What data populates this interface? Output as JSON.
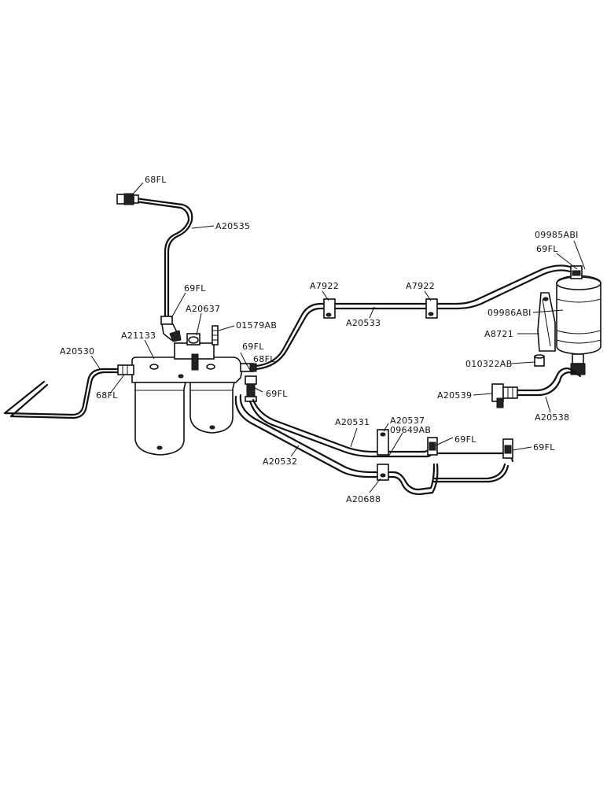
{
  "labels": {
    "a20535": "A20535",
    "fl68_top": "68FL",
    "fl69_left": "69FL",
    "a20637": "A20637",
    "p01579ab": "01579AB",
    "a21133": "A21133",
    "fl69_mid": "69FL",
    "fl68_mid": "68FL",
    "a20530": "A20530",
    "fl68_left": "68FL",
    "fl69_bottom": "69FL",
    "a7922_left": "A7922",
    "a7922_right": "A7922",
    "a20533": "A20533",
    "p09985abi": "09985ABI",
    "fl69_right": "69FL",
    "p09986abi": "09986ABI",
    "a8721": "A8721",
    "p010322ab": "010322AB",
    "a20539": "A20539",
    "a20538": "A20538",
    "a20531": "A20531",
    "a20537": "A20537",
    "p09649ab": "09649AB",
    "fl69_lower1": "69FL",
    "fl69_lower2": "69FL",
    "a20532": "A20532",
    "a20688": "A20688"
  }
}
